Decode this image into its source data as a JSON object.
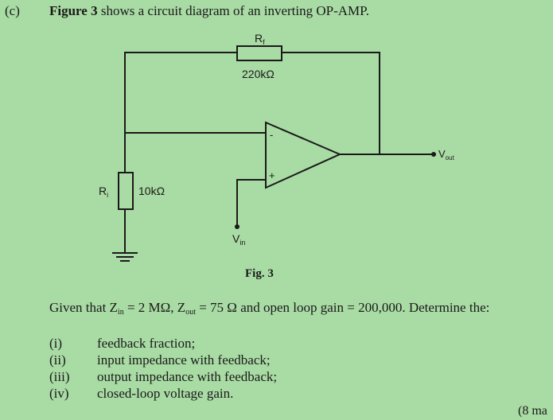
{
  "question": {
    "label": "(c)",
    "figure_ref": "Figure 3",
    "intro": " shows a circuit diagram of an inverting OP-AMP."
  },
  "circuit": {
    "rf_label": "R",
    "rf_sub": "f",
    "rf_value": "220kΩ",
    "ri_label": "R",
    "ri_sub": "i",
    "ri_value": "10kΩ",
    "vout_label": "V",
    "vout_sub": "out",
    "vin_label": "V",
    "vin_sub": "in",
    "inv_sign": "-",
    "noninv_sign": "+"
  },
  "figure_caption": "Fig. 3",
  "given": {
    "prefix": "Given that Z",
    "zin_sub": "in",
    "zin_value": " = 2 MΩ, Z",
    "zout_sub": "out",
    "zout_value": " = 75 Ω and open loop gain = 200,000.  Determine the:"
  },
  "items": [
    {
      "num": "(i)",
      "text": "feedback fraction;"
    },
    {
      "num": "(ii)",
      "text": "input impedance with feedback;"
    },
    {
      "num": "(iii)",
      "text": "output impedance with feedback;"
    },
    {
      "num": "(iv)",
      "text": "closed-loop voltage gain."
    }
  ],
  "marks": "(8 ma"
}
